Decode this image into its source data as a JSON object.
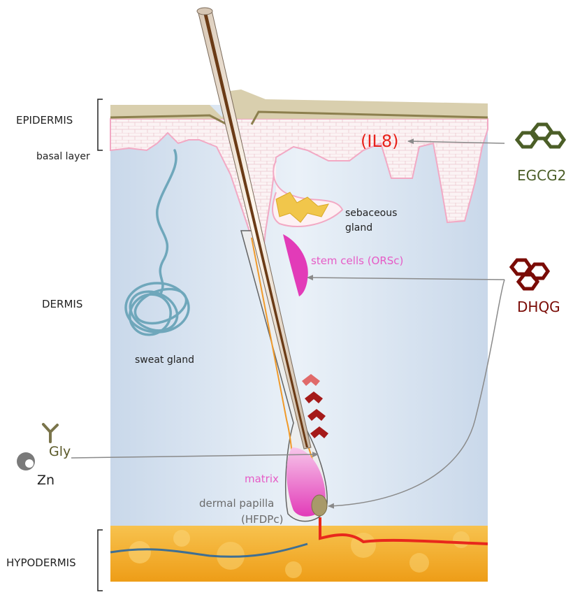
{
  "layers": {
    "epidermis": "EPIDERMIS",
    "basal_layer": "basal layer",
    "dermis": "DERMIS",
    "hypodermis": "HYPODERMIS"
  },
  "structures": {
    "sebaceous_line1": "sebaceous",
    "sebaceous_line2": "gland",
    "stem_cells": "stem cells (ORSc)",
    "sweat_gland": "sweat gland",
    "matrix": "matrix",
    "dermal_papilla": "dermal papilla",
    "hfdpc": "(HFDPc)"
  },
  "targets": {
    "il8": "(IL8)"
  },
  "compounds": {
    "egcg2": "EGCG2",
    "dhqg": "DHQG",
    "gly": "Gly",
    "zn": "Zn"
  },
  "colors": {
    "il8": "#e8221b",
    "egcg2": "#4b5e27",
    "dhqg": "#7a0b06",
    "pink_labels": "#e65bc6",
    "hypodermis_fat": "#f3a81f",
    "arrows": "#8a8a8a"
  }
}
